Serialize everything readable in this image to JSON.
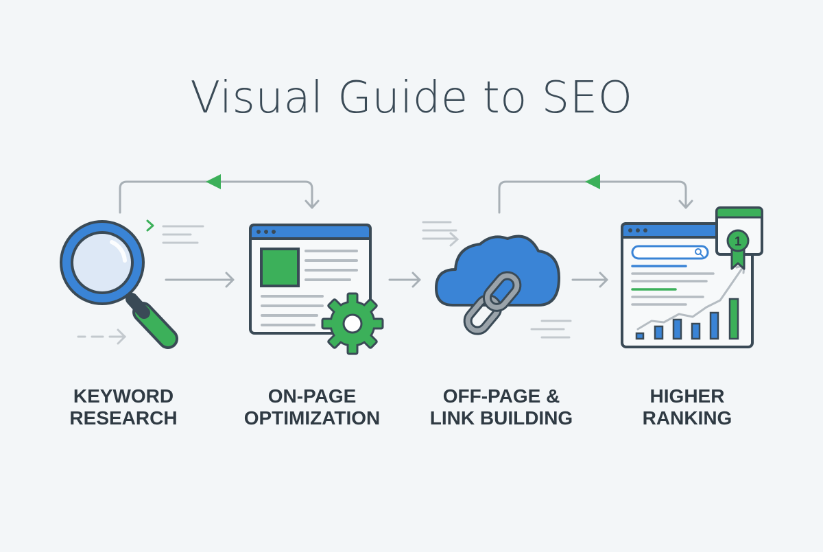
{
  "title": "Visual Guide to SEO",
  "steps": [
    {
      "line1": "KEYWORD",
      "line2": "RESEARCH",
      "icon": "magnifying-glass-icon"
    },
    {
      "line1": "ON-PAGE",
      "line2": "OPTIMIZATION",
      "icon": "webpage-gear-icon"
    },
    {
      "line1": "OFF-PAGE &",
      "line2": "LINK BUILDING",
      "icon": "cloud-link-icon"
    },
    {
      "line1": "HIGHER",
      "line2": "RANKING",
      "icon": "ranking-chart-icon"
    }
  ],
  "badge_number": "1",
  "colors": {
    "blue": "#3a84d6",
    "green": "#3cb05a",
    "outline": "#3a4a56",
    "arrow": "#a8b0b6"
  }
}
